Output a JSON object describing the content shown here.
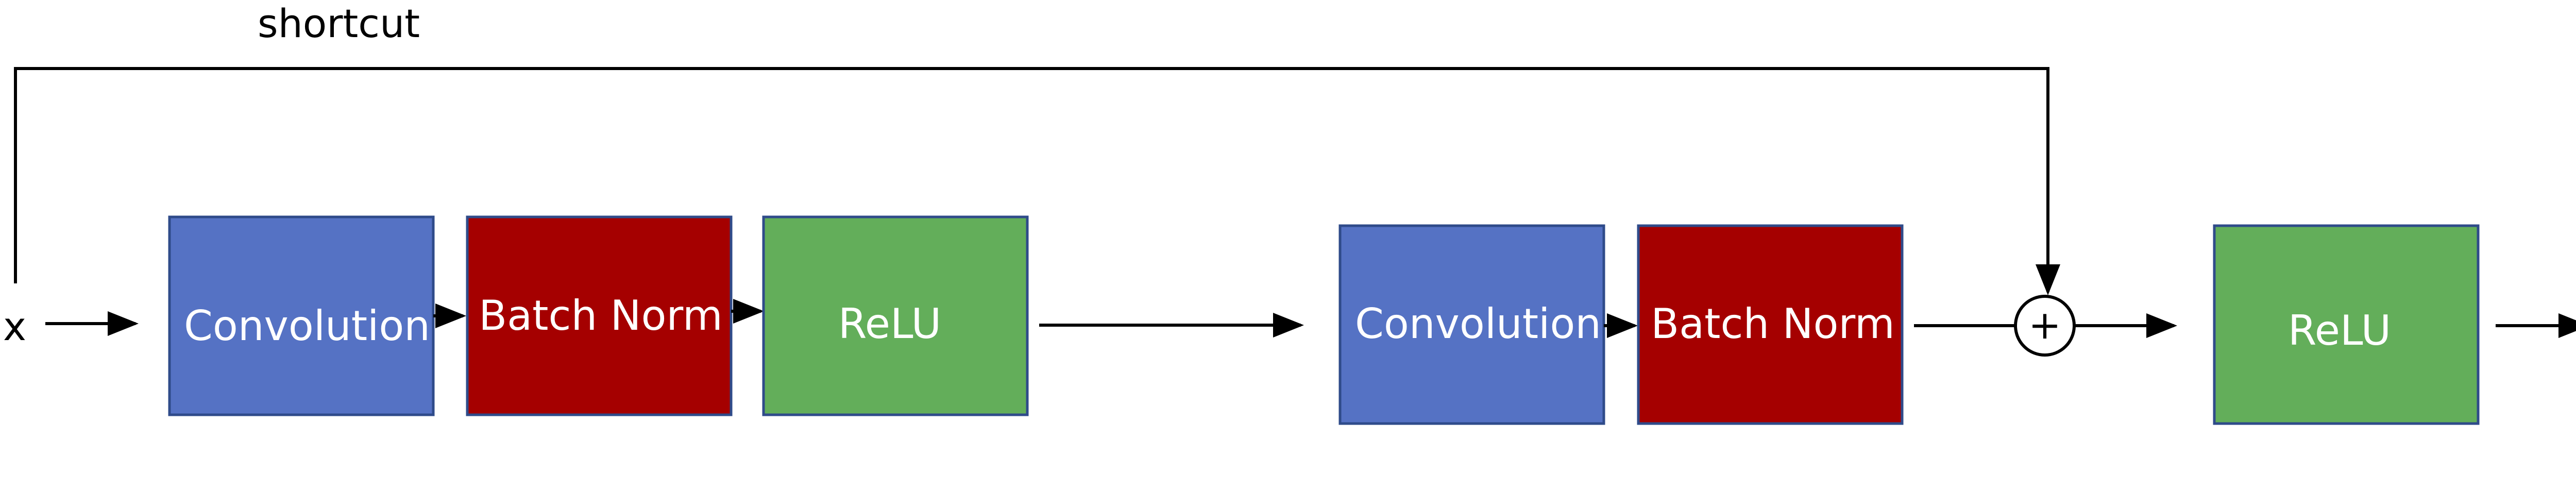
{
  "diagram": {
    "input_label": "x",
    "shortcut_label": "shortcut",
    "sum_symbol": "+",
    "blocks": {
      "conv1": "Convolution",
      "bn1": "Batch Norm",
      "relu1": "ReLU",
      "conv2": "Convolution",
      "bn2": "Batch Norm",
      "relu2": "ReLU"
    },
    "colors": {
      "convolution": "#5572c4",
      "batch_norm": "#a50000",
      "relu": "#63ae5a",
      "border": "#2f4b8a",
      "line": "#000000"
    }
  }
}
